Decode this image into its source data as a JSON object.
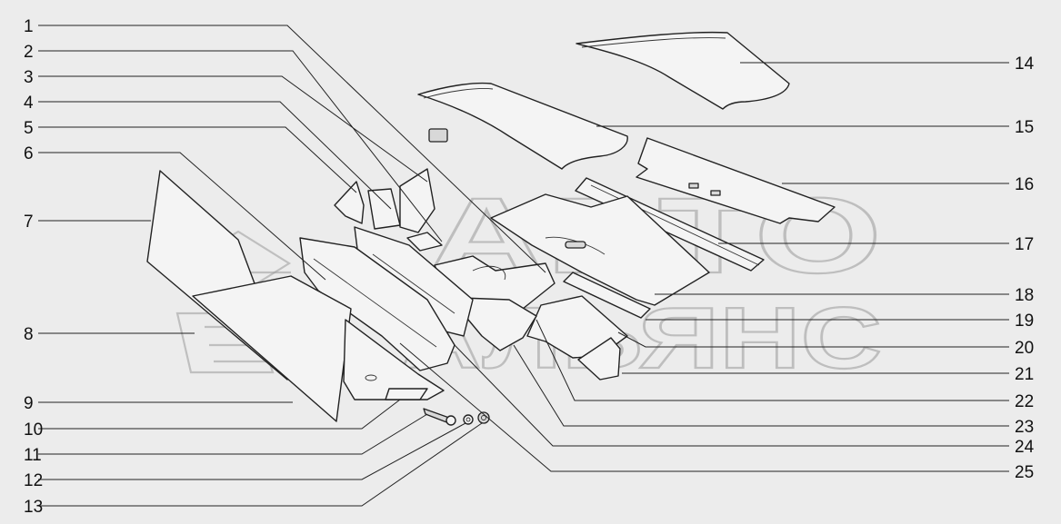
{
  "watermark": {
    "line1": "АВТО",
    "line2": "АЛЬЯНС"
  },
  "callouts": {
    "left": [
      "1",
      "2",
      "3",
      "4",
      "5",
      "6",
      "7",
      "8",
      "9",
      "10",
      "11",
      "12",
      "13"
    ],
    "right": [
      "14",
      "15",
      "16",
      "17",
      "18",
      "19",
      "20",
      "21",
      "22",
      "23",
      "24",
      "25"
    ]
  },
  "colors": {
    "background": "#ececec",
    "line": "#222222",
    "watermark": "#9a9a9a"
  }
}
